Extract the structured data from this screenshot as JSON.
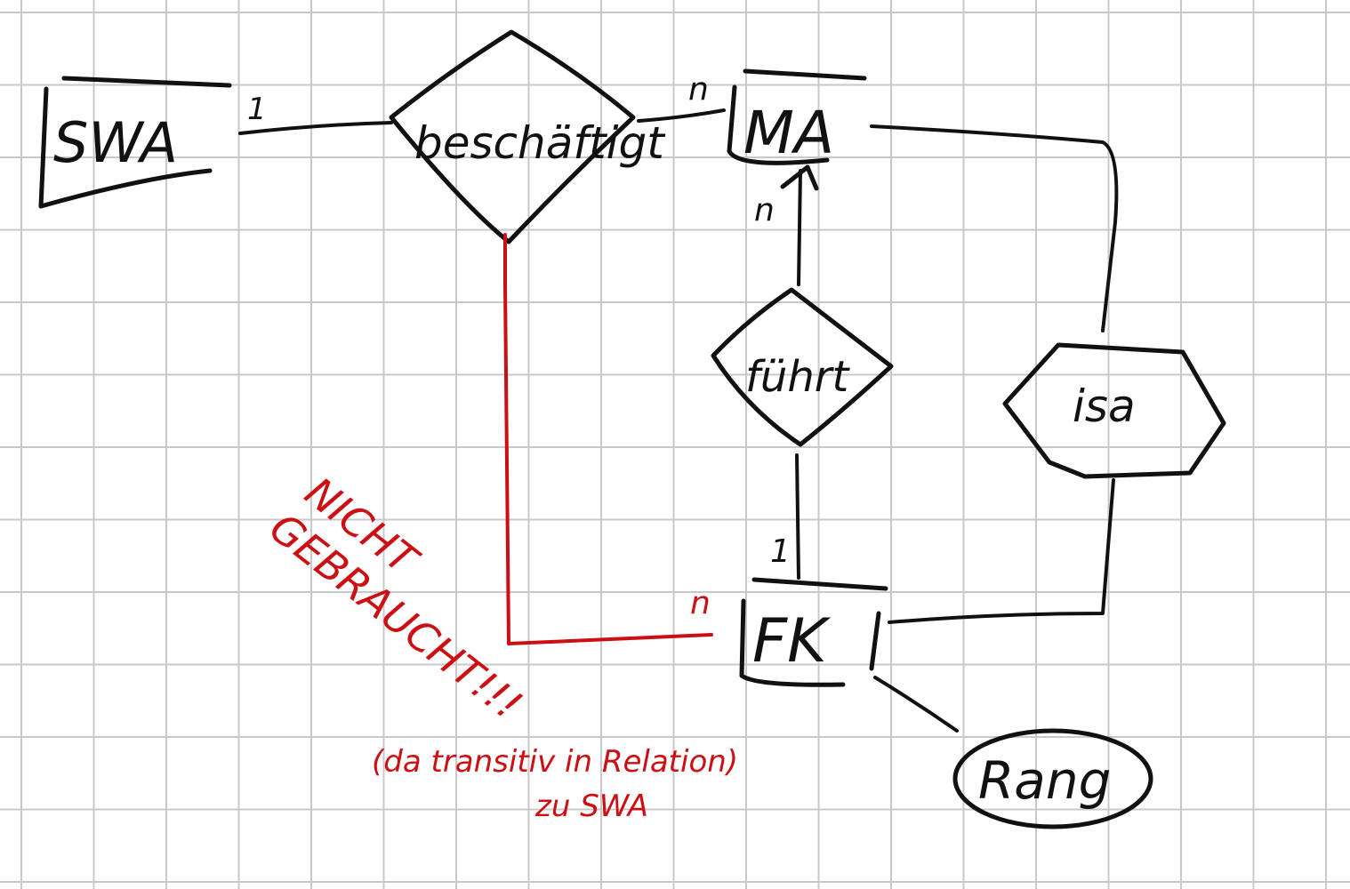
{
  "colors": {
    "ink": "#111111",
    "correction": "#cc0f13",
    "grid": "#c8c8c8",
    "paper": "#ffffff"
  },
  "entities": {
    "swa": "SWA",
    "ma": "MA",
    "fk": "FK",
    "rang": "Rang"
  },
  "relationships": {
    "beschaeftigt": "beschäftigt",
    "fuehrt": "führt",
    "isa": "isa"
  },
  "cardinalities": {
    "swa_beschaeftigt": "1",
    "beschaeftigt_ma": "n",
    "fuehrt_ma": "n",
    "fuehrt_fk": "1",
    "fk_beschaeftigt": "n"
  },
  "annotation": {
    "line1": "NICHT",
    "line2": "GEBRAUCHT!!!",
    "note_line1": "(da transitiv in Relation)",
    "note_line2": "zu SWA"
  }
}
